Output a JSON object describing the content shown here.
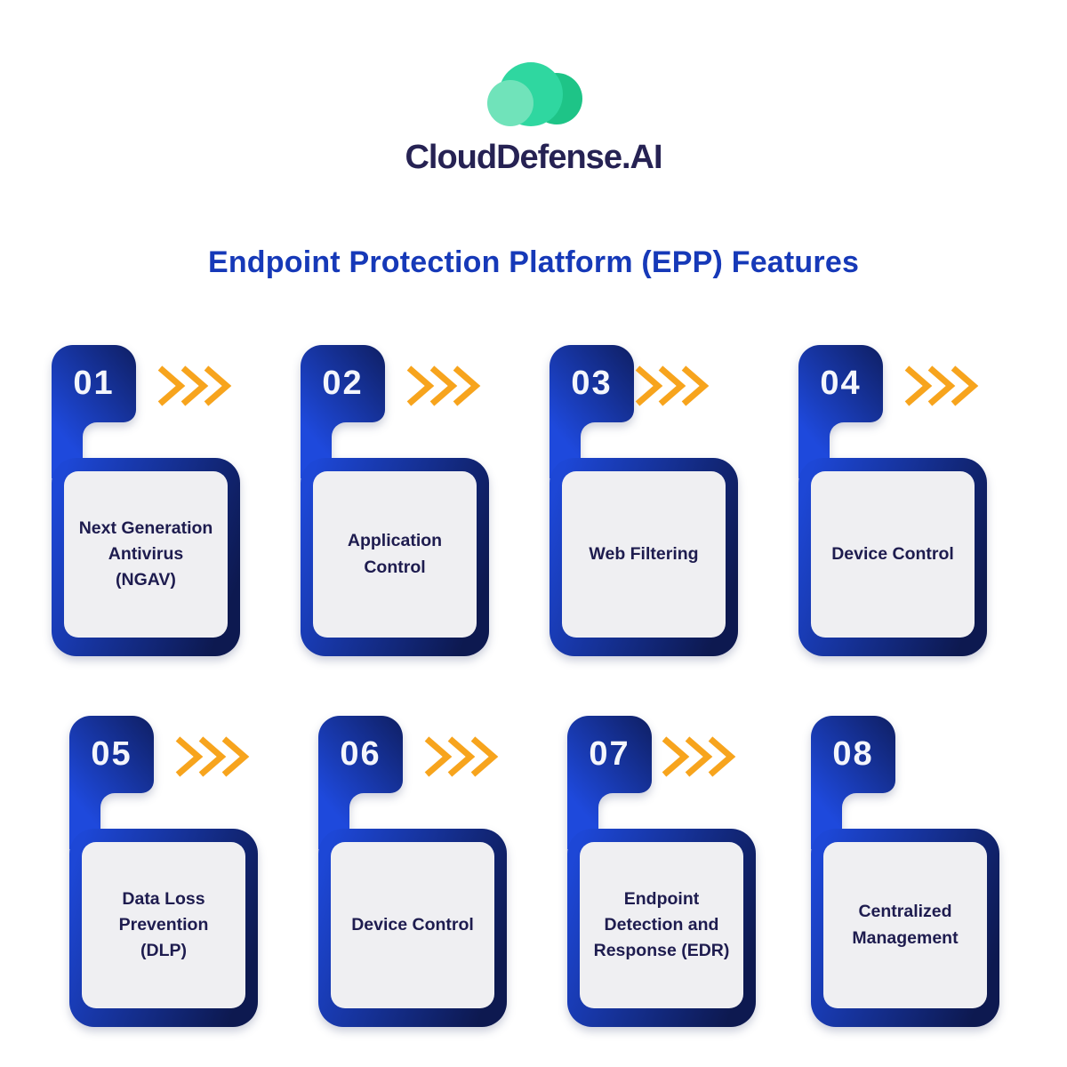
{
  "brand": {
    "name": "CloudDefense.AI",
    "logo": "green-cloud-logo"
  },
  "title": "Endpoint Protection Platform (EPP) Features",
  "colors": {
    "accent_blue": "#1d48d8",
    "dark_navy": "#0d1a52",
    "chevron_orange": "#f7a41d",
    "card_inner_gray": "#efeff2",
    "title_blue": "#1639b8",
    "brand_navy": "#262253",
    "logo_green_mid": "#2fd7a0",
    "logo_green_dark": "#1ec487",
    "logo_green_light": "#70e3ba",
    "number_white": "#f4f6fc",
    "label_navy": "#1e1c4f"
  },
  "cards": [
    {
      "number": "01",
      "lines": [
        "Next Generation",
        "Antivirus",
        "(NGAV)"
      ],
      "chevrons": true
    },
    {
      "number": "02",
      "lines": [
        "Application",
        "Control"
      ],
      "chevrons": true
    },
    {
      "number": "03",
      "lines": [
        "Web Filtering"
      ],
      "chevrons": true
    },
    {
      "number": "04",
      "lines": [
        "Device Control"
      ],
      "chevrons": true
    },
    {
      "number": "05",
      "lines": [
        "Data Loss",
        "Prevention",
        "(DLP)"
      ],
      "chevrons": true
    },
    {
      "number": "06",
      "lines": [
        "Device Control"
      ],
      "chevrons": true
    },
    {
      "number": "07",
      "lines": [
        "Endpoint",
        "Detection and",
        "Response (EDR)"
      ],
      "chevrons": true
    },
    {
      "number": "08",
      "lines": [
        "Centralized",
        "Management"
      ],
      "chevrons": false
    }
  ]
}
